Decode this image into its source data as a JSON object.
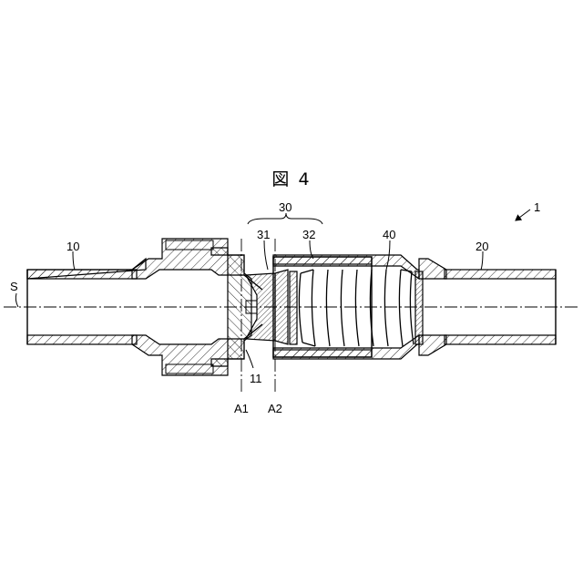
{
  "figure": {
    "title": "図 4",
    "labels": {
      "assembly": "1",
      "pipe_left": "10",
      "pipe_right": "20",
      "axis": "S",
      "valve": "30",
      "valve_head": "31",
      "valve_body": "32",
      "spring": "40",
      "seat": "11",
      "plane_1": "A1",
      "plane_2": "A2"
    }
  }
}
